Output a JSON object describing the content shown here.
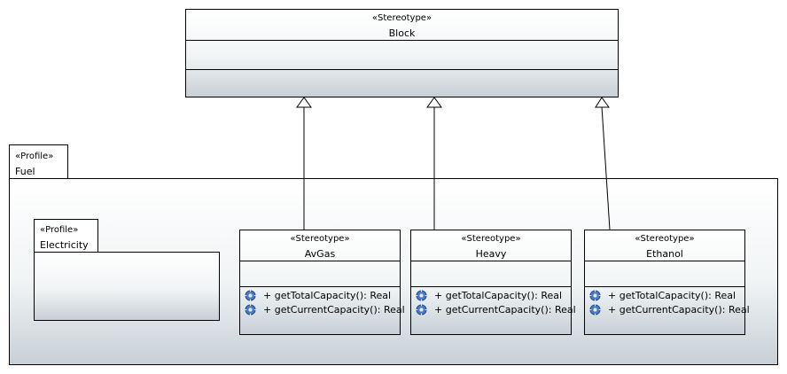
{
  "block": {
    "stereotype": "«Stereotype»",
    "name": "Block"
  },
  "fuel_profile": {
    "stereotype": "«Profile»",
    "name": "Fuel"
  },
  "electricity_profile": {
    "stereotype": "«Profile»",
    "name": "Electricity"
  },
  "stereotypes": [
    {
      "stereotype": "«Stereotype»",
      "name": "AvGas",
      "operations": [
        "+ getTotalCapacity(): Real",
        "+ getCurrentCapacity(): Real"
      ]
    },
    {
      "stereotype": "«Stereotype»",
      "name": "Heavy",
      "operations": [
        "+ getTotalCapacity(): Real",
        "+ getCurrentCapacity(): Real"
      ]
    },
    {
      "stereotype": "«Stereotype»",
      "name": "Ethanol",
      "operations": [
        "+ getTotalCapacity(): Real",
        "+ getCurrentCapacity(): Real"
      ]
    }
  ],
  "colors": {
    "operation_icon": "#4a78c2",
    "line": "#000000"
  },
  "icons": {
    "operation": "operation-gear-icon",
    "generalization": "hollow-triangle-arrow"
  }
}
